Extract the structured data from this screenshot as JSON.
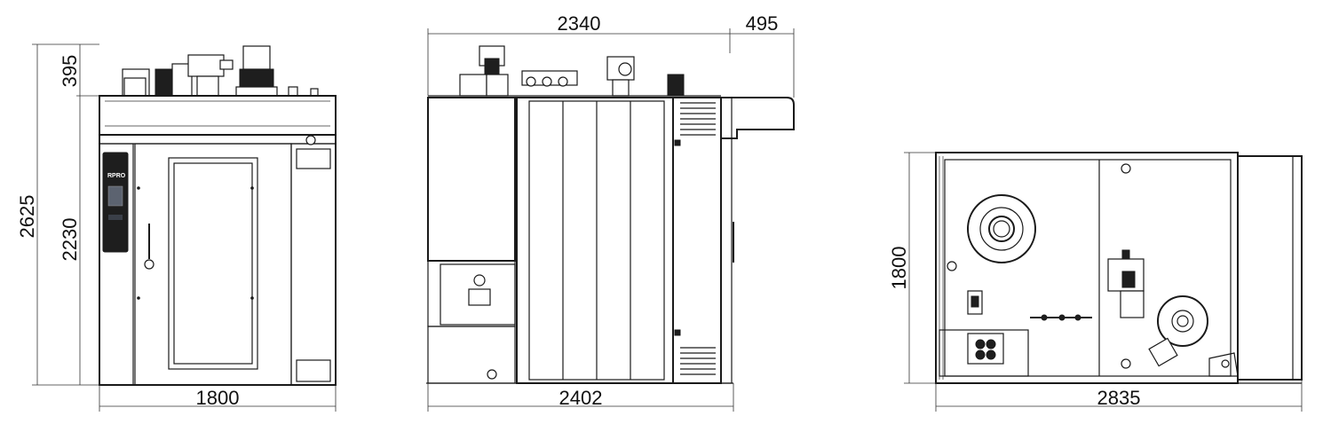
{
  "dimensions": {
    "front_height_total": "2625",
    "front_height_top": "395",
    "front_height_body": "2230",
    "front_width": "1800",
    "side_top_length": "2340",
    "side_top_overhang": "495",
    "side_bottom_length": "2402",
    "top_depth": "1800",
    "top_length": "2835"
  },
  "panel_logo": "RPRO"
}
